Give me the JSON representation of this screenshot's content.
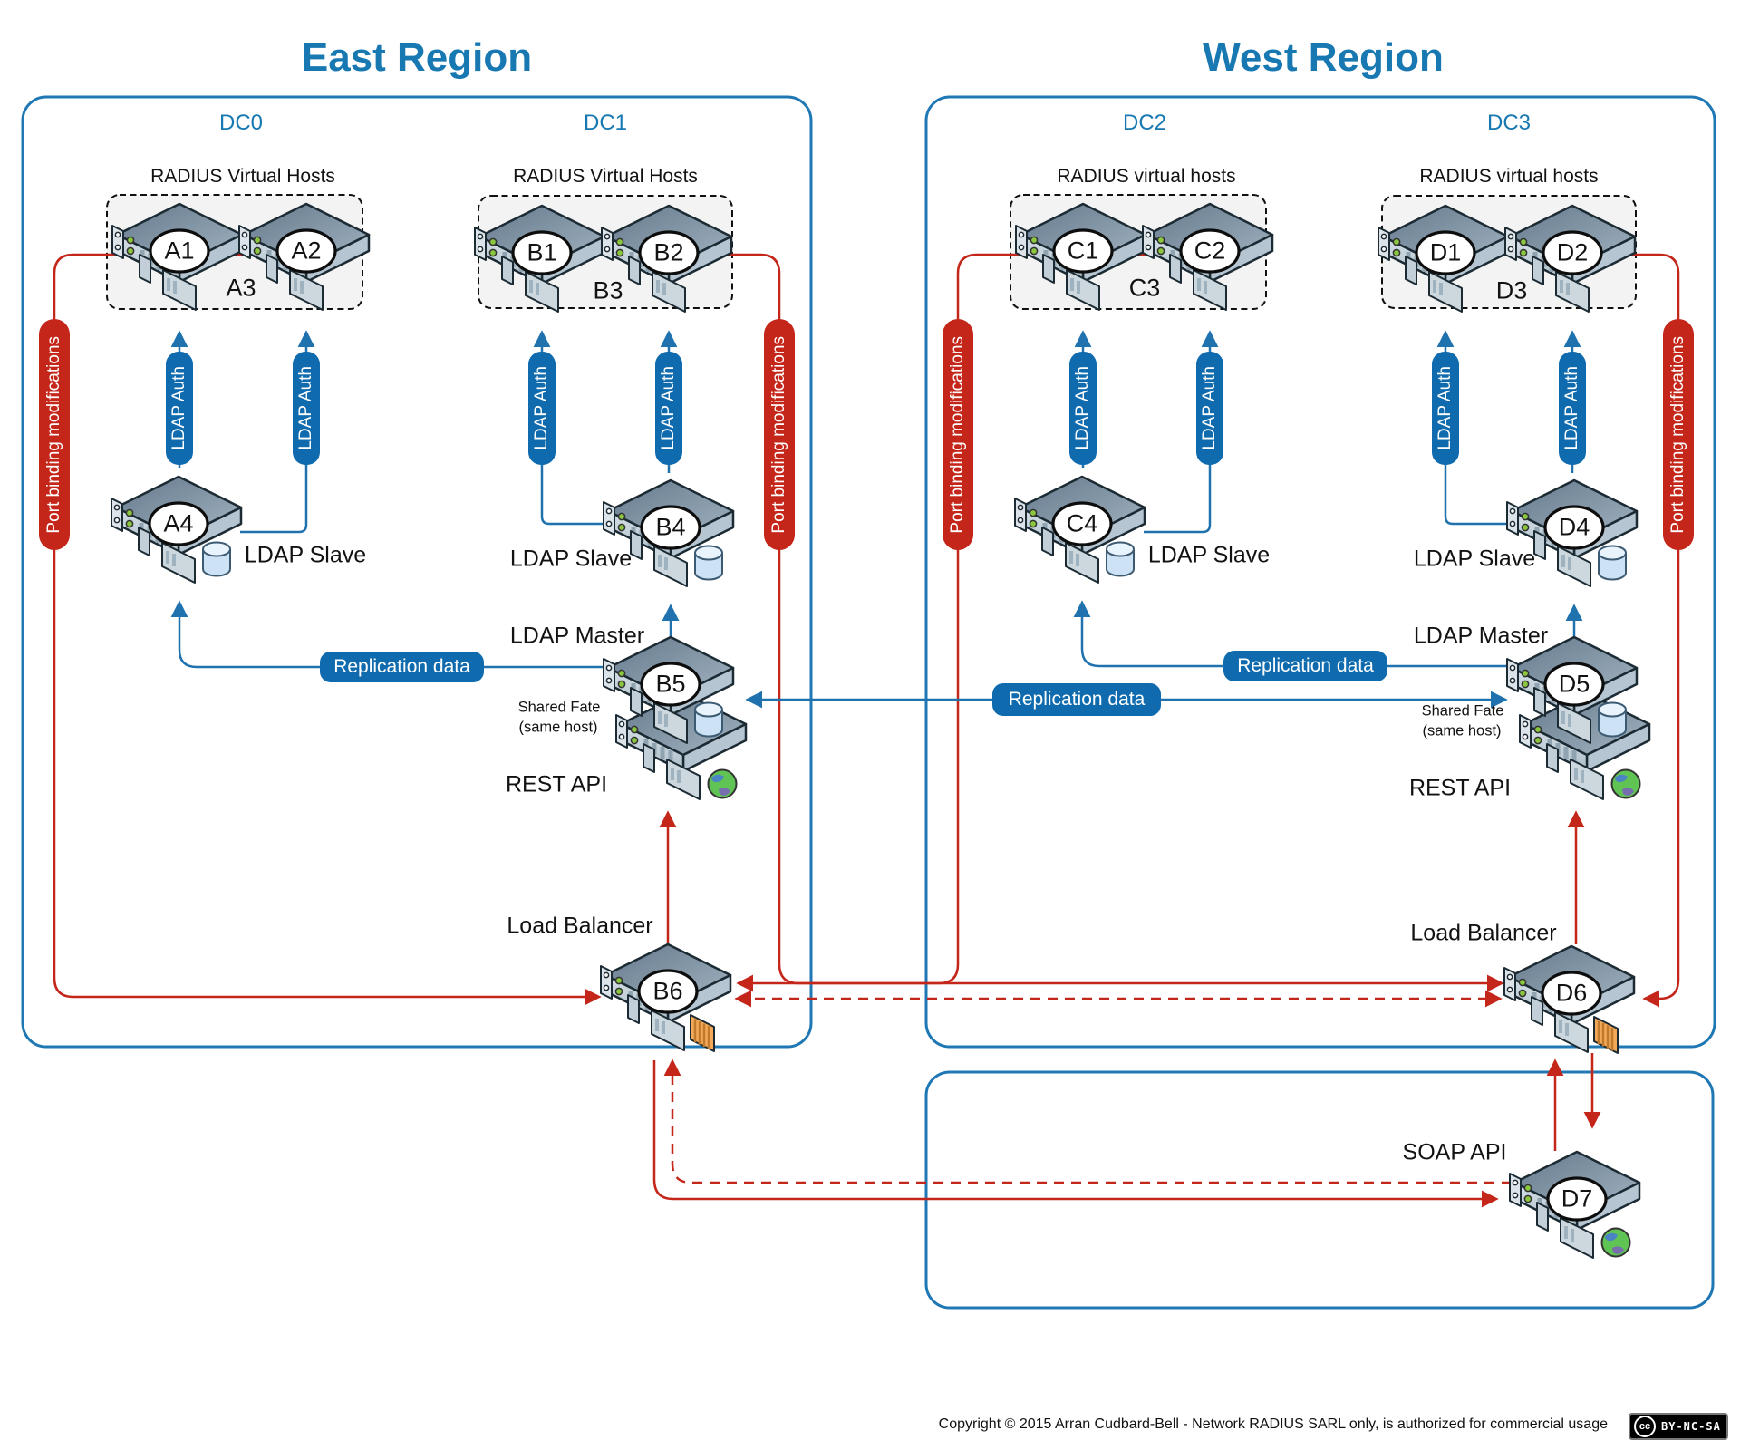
{
  "titles": {
    "east_region": "East Region",
    "west_region": "West Region"
  },
  "datacenters": [
    {
      "name": "DC0",
      "hosts_title": "RADIUS Virtual Hosts",
      "cluster": "A3",
      "host1": "A1",
      "host2": "A2"
    },
    {
      "name": "DC1",
      "hosts_title": "RADIUS Virtual Hosts",
      "cluster": "B3",
      "host1": "B1",
      "host2": "B2"
    },
    {
      "name": "DC2",
      "hosts_title": "RADIUS virtual hosts",
      "cluster": "C3",
      "host1": "C1",
      "host2": "C2"
    },
    {
      "name": "DC3",
      "hosts_title": "RADIUS virtual hosts",
      "cluster": "D3",
      "host1": "D1",
      "host2": "D2"
    }
  ],
  "nodes": {
    "A4": "A4",
    "B4": "B4",
    "B5": "B5",
    "B6": "B6",
    "C4": "C4",
    "D4": "D4",
    "D5": "D5",
    "D6": "D6",
    "D7": "D7"
  },
  "labels": {
    "ldap_slave": "LDAP Slave",
    "ldap_master": "LDAP Master",
    "rest_api": "REST API",
    "load_balancer": "Load Balancer",
    "soap_api": "SOAP API",
    "shared_fate_line1": "Shared Fate",
    "shared_fate_line2": "(same host)"
  },
  "pills": {
    "ldap_auth": "LDAP Auth",
    "port_binding": "Port binding modifications",
    "replication": "Replication data"
  },
  "footer": {
    "copyright": "Copyright © 2015 Arran Cudbard-Bell - Network RADIUS SARL only, is authorized for commercial usage",
    "cc_logo": "cc",
    "cc_license": "BY-NC-SA"
  },
  "colors": {
    "accent_blue": "#1878b2",
    "line_blue": "#1f72ae",
    "line_red": "#c5261a",
    "pill_blue": "#0f6bae",
    "pill_red": "#c5261a"
  }
}
